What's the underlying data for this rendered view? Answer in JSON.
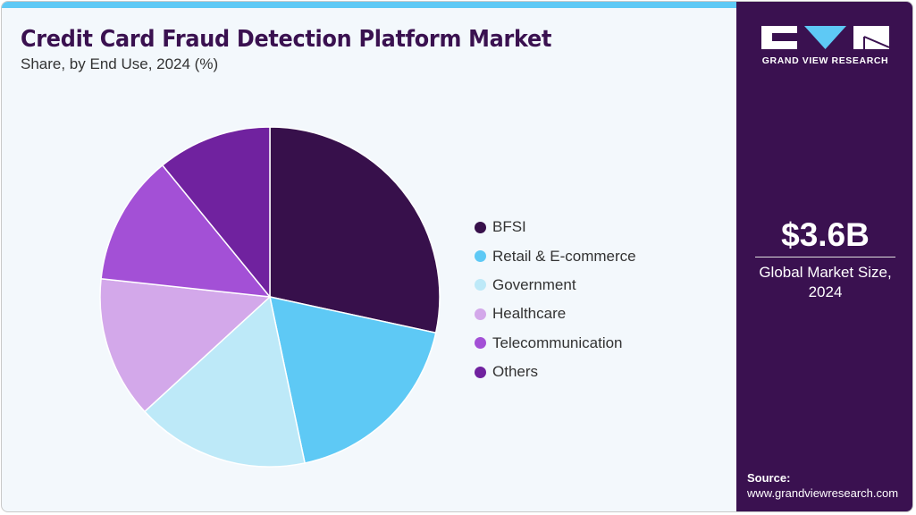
{
  "header": {
    "title": "Credit Card Fraud Detection Platform Market",
    "subtitle": "Share, by End Use, 2024 (%)"
  },
  "colors": {
    "accent_bar": "#5ec9f5",
    "brand_panel": "#3a1150",
    "background": "#f3f8fc"
  },
  "chart_data": {
    "type": "pie",
    "title": "Credit Card Fraud Detection Platform Market",
    "subtitle": "Share, by End Use, 2024 (%)",
    "categories": [
      "BFSI",
      "Retail & E-commerce",
      "Government",
      "Healthcare",
      "Telecommunication",
      "Others"
    ],
    "values": [
      28.4,
      18.3,
      16.5,
      13.5,
      12.4,
      10.9
    ],
    "colors": [
      "#37104b",
      "#5ec9f5",
      "#bde9f8",
      "#d3a8ea",
      "#a350d6",
      "#70229f"
    ],
    "start_angle": "12 o'clock, clockwise",
    "legend_position": "right"
  },
  "legend": {
    "items": [
      {
        "label": "BFSI",
        "color": "#37104b"
      },
      {
        "label": "Retail & E-commerce",
        "color": "#5ec9f5"
      },
      {
        "label": "Government",
        "color": "#bde9f8"
      },
      {
        "label": "Healthcare",
        "color": "#d3a8ea"
      },
      {
        "label": "Telecommunication",
        "color": "#a350d6"
      },
      {
        "label": "Others",
        "color": "#70229f"
      }
    ]
  },
  "sidebar": {
    "logo_text": "GRAND VIEW RESEARCH",
    "market_value": "$3.6B",
    "market_value_label_line1": "Global Market Size,",
    "market_value_label_line2": "2024",
    "source_label": "Source:",
    "source_url": "www.grandviewresearch.com"
  }
}
